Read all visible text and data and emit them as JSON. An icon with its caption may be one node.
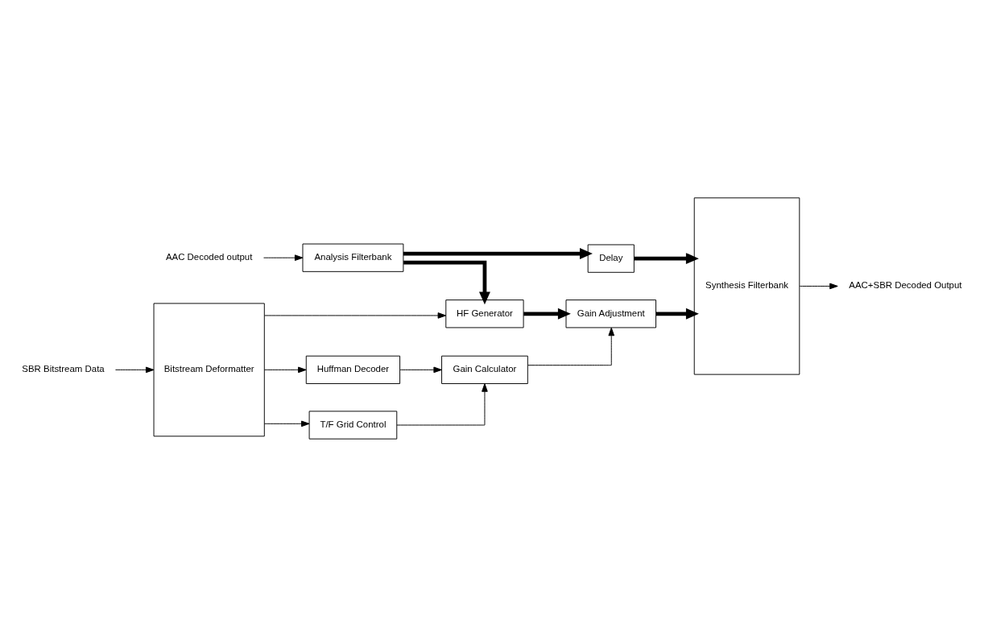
{
  "diagram": {
    "nodes": [
      {
        "text": [
          "AAC Decoded output"
        ]
      },
      {
        "text": [
          "Analysis Filterbank"
        ]
      },
      {
        "text": [
          "Delay"
        ]
      },
      {
        "text": [
          "Synthesis Filterbank"
        ]
      },
      {
        "text": [
          "AAC+SBR Decoded Output"
        ]
      },
      {
        "text": [
          "HF Generator"
        ]
      },
      {
        "text": [
          "Gain Adjustment"
        ]
      },
      {
        "text": [
          "Bitstream Deformatter"
        ]
      },
      {
        "text": [
          "Huffman Decoder"
        ]
      },
      {
        "text": [
          "Gain Calculator"
        ]
      },
      {
        "text": [
          "SBR Bitstream Data"
        ]
      },
      {
        "text": [
          "T/F Grid Control"
        ]
      }
    ],
    "edges": [
      {
        "from": 0,
        "to": 1,
        "arrow": "to"
      },
      {
        "from": 1,
        "to": 2,
        "arrow": "to",
        "style": "thick"
      },
      {
        "from": 1,
        "to": 5,
        "arrow": "to",
        "style": "thick"
      },
      {
        "from": 2,
        "to": 3,
        "arrow": "to",
        "style": "thick"
      },
      {
        "from": 3,
        "to": 4,
        "arrow": "to"
      },
      {
        "from": 7,
        "to": 5,
        "arrow": "to"
      },
      {
        "from": 5,
        "to": 6,
        "arrow": "to",
        "style": "thick"
      },
      {
        "from": 6,
        "to": 3,
        "arrow": "to",
        "style": "thick"
      },
      {
        "from": 9,
        "to": 6,
        "arrow": "to"
      },
      {
        "from": 7,
        "to": 8,
        "arrow": "to"
      },
      {
        "from": 8,
        "to": 9,
        "arrow": "to"
      },
      {
        "from": 10,
        "to": 7,
        "arrow": "to"
      },
      {
        "from": 7,
        "to": 11,
        "arrow": "to"
      },
      {
        "from": 11,
        "to": 9,
        "arrow": "to"
      }
    ]
  }
}
